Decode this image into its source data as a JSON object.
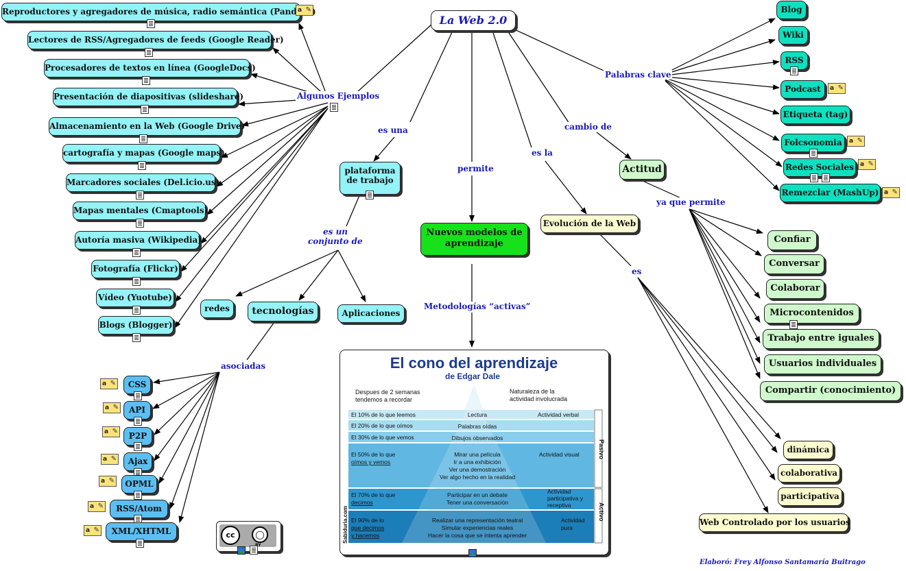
{
  "title": "La Web 2.0",
  "links": {
    "algunos_ejemplos": "Algunos Ejemplos",
    "es_una": "es una",
    "permite": "permite",
    "es_la": "es la",
    "cambio_de": "cambio de",
    "palabras_clave": "Palabras clave",
    "es_un_conjunto_de_1": "es un",
    "es_un_conjunto_de_2": "conjunto de",
    "asociadas": "asociadas",
    "metodologias": "Metodologías “activas”",
    "ya_que_permite": "ya que permite",
    "es": "es"
  },
  "examples": [
    "Reproductores y agregadores de música, radio semántica (Pandora)",
    "Lectores de RSS/Agregadores de feeds (Google Reader)",
    "Procesadores de textos en línea (GoogleDocs)",
    "Presentación de diapositivas (slideshare)",
    "Almacenamiento en la Web (Google Drive)",
    "cartografía y mapas (Google maps)",
    "Marcadores sociales (Del.icio.us)",
    "Mapas mentales (Cmaptools)",
    "Autoría masiva (Wikipedia)",
    "Fotografía (Flickr)",
    "Vídeo (Yuotube)",
    "Blogs (Blogger)"
  ],
  "plataforma": {
    "line1": "plataforma",
    "line2": "de trabajo"
  },
  "conjunto": [
    "redes",
    "tecnologías",
    "Aplicaciones"
  ],
  "technologies": [
    "CSS",
    "API",
    "P2P",
    "Ajax",
    "OPML",
    "RSS/Atom",
    "XML/XHTML"
  ],
  "nuevos_modelos": {
    "line1": "Nuevos modelos de",
    "line2": "aprendizaje"
  },
  "evolucion": "Evolución de la Web",
  "actitud": "Actitud",
  "keywords": [
    "Blog",
    "Wiki",
    "RSS",
    "Podcast",
    "Etiqueta (tag)",
    "Folcsonomia",
    "Redes Sociales",
    "Remezclar (MashUp)"
  ],
  "attitudes": [
    "Confiar",
    "Conversar",
    "Colaborar",
    "Microcontenidos",
    "Trabajo entre iguales",
    "Usuarios individuales",
    "Compartir (conocimiento)"
  ],
  "web_traits": [
    "dinámica",
    "colaborativa",
    "participativa",
    "Web Controlado por los usuarios"
  ],
  "note_icon_text": "a",
  "cone": {
    "title": "El cono del aprendizaje",
    "subtitle": "de Edgar Dale",
    "left_header_1": "Despues de 2 semanas",
    "left_header_2": "tendemos a recordar",
    "right_header_1": "Naturaleza de la",
    "right_header_2": "actividad involucrada",
    "rows": [
      {
        "left": "El 10% de lo que leemos",
        "center": "Lectura",
        "right": "Actividad verbal"
      },
      {
        "left": "El 20% de lo que oímos",
        "center": "Palabras oídas",
        "right": ""
      },
      {
        "left": "El 30% de lo que vemos",
        "center": "Dibujos observados",
        "right": ""
      },
      {
        "left1": "El 50% de lo que",
        "left2": "oímos y vemos",
        "c1": "Mirar una película",
        "c2": "Ir a una exhibición",
        "c3": "Ver una demostración",
        "c4": "Ver algo hecho en la realidad",
        "right": "Actividad visual"
      },
      {
        "left1": "El 70% de lo que",
        "left2": "decimos",
        "c1": "Participar en un debate",
        "c2": "Tener una conversación",
        "right1": "Actividad",
        "right2": "participativa y",
        "right3": "receptiva"
      },
      {
        "left1": "El 90% de lo",
        "left2": "que decimos",
        "left3": "y hacemos",
        "c1": "Realizar una representación teatral",
        "c2": "Simular experiencias reales",
        "c3": "Hacer la cosa que se intenta aprender",
        "right1": "Actividad",
        "right2": "pura"
      }
    ],
    "side_pasivo": "Pasivo",
    "side_activo": "Activo",
    "side_source": "Sabiduria.com"
  },
  "license": {
    "cc": "cc",
    "by": "BY"
  },
  "credit": "Elaboró: Frey Alfonso Santamaría Buitrago",
  "colors": {
    "examples": "#93f3f7",
    "keywords": "#0fe0bf",
    "attitudes": "#cff8cc",
    "traits": "#fdfcd1",
    "technologies": "#5bbff3",
    "green": "#17e11a",
    "link_text": "#1a1ab8"
  }
}
